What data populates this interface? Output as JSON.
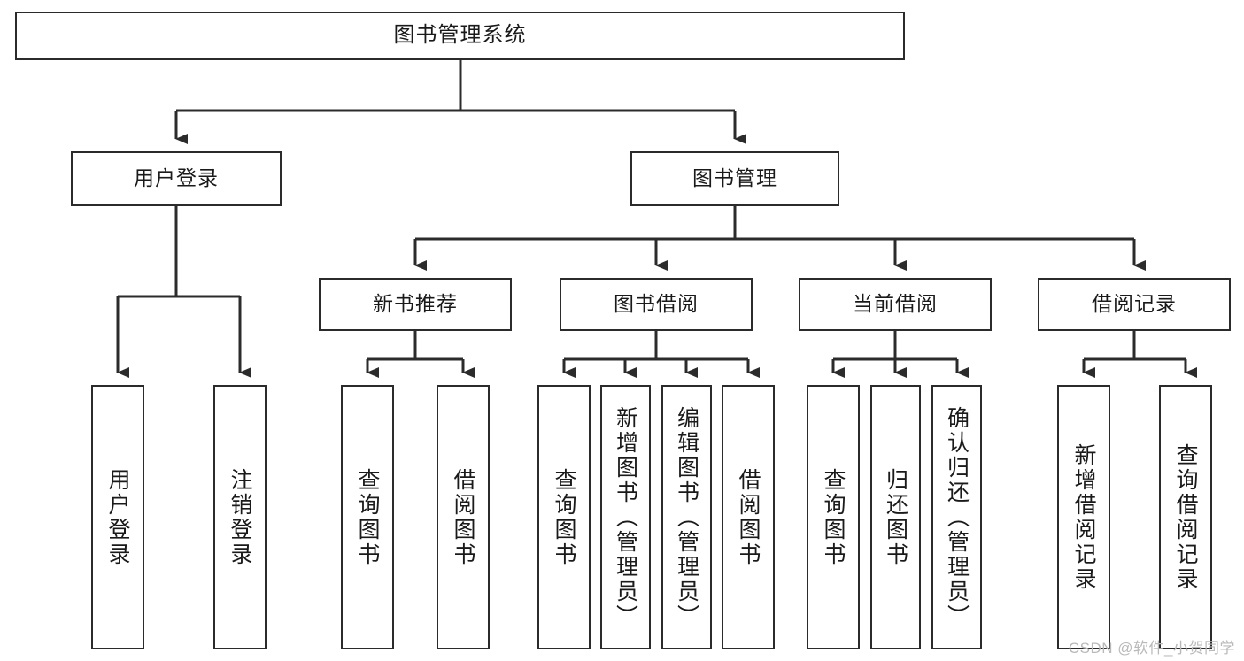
{
  "diagram": {
    "type": "tree-hierarchy-chart",
    "title_node": "图书管理系统",
    "colors": {
      "background": "#ffffff",
      "box_border": "#2b2b2b",
      "box_fill": "#ffffff",
      "text": "#1a1a1a",
      "connector": "#2b2b2b",
      "watermark": "#b9b9b9"
    },
    "root": {
      "label": "图书管理系统"
    },
    "level1": [
      {
        "label": "用户登录"
      },
      {
        "label": "图书管理"
      }
    ],
    "level2": [
      {
        "label": "新书推荐"
      },
      {
        "label": "图书借阅"
      },
      {
        "label": "当前借阅"
      },
      {
        "label": "借阅记录"
      }
    ],
    "leaves": {
      "user_login": [
        {
          "label": "用户登录"
        },
        {
          "label": "注销登录"
        }
      ],
      "new_book_recommend": [
        {
          "label": "查询图书"
        },
        {
          "label": "借阅图书"
        }
      ],
      "book_borrow": [
        {
          "label": "查询图书"
        },
        {
          "label": "新增图书（管理员）"
        },
        {
          "label": "编辑图书（管理员）"
        },
        {
          "label": "借阅图书"
        }
      ],
      "current_borrow": [
        {
          "label": "查询图书"
        },
        {
          "label": "归还图书"
        },
        {
          "label": "确认归还（管理员）"
        }
      ],
      "borrow_record": [
        {
          "label": "新增借阅记录"
        },
        {
          "label": "查询借阅记录"
        }
      ]
    }
  },
  "watermark": {
    "text": "CSDN @软件_小贺同学"
  }
}
